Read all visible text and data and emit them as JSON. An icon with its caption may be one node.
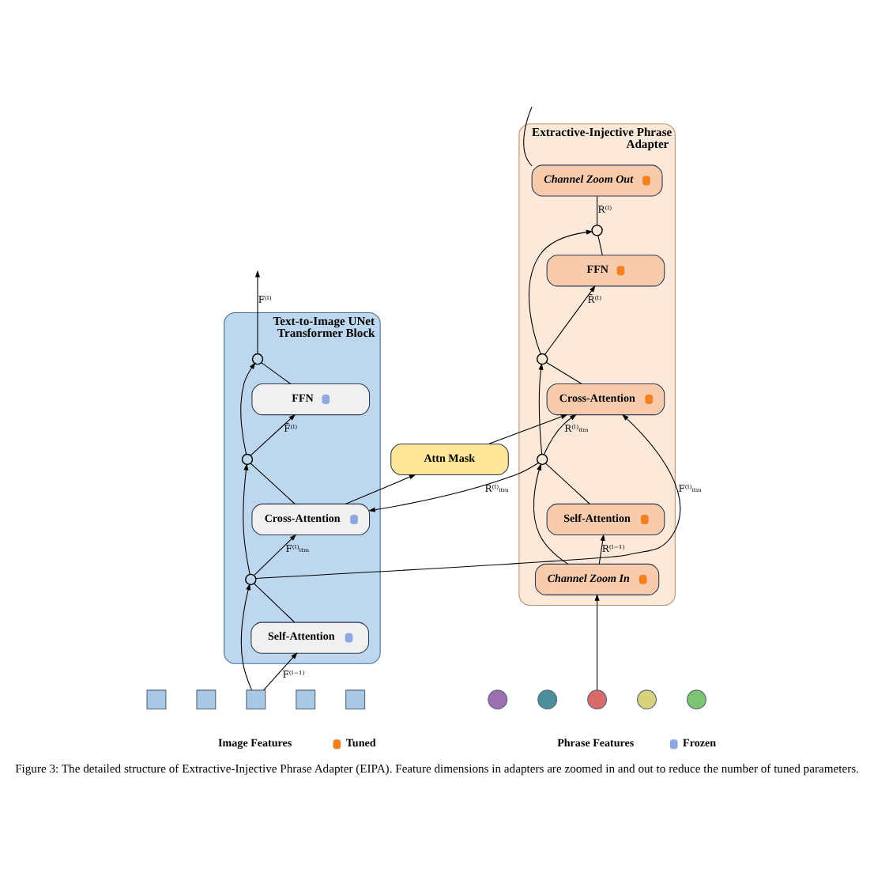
{
  "diagram": {
    "caption": "Figure 3: The detailed structure of Extractive-Injective Phrase Adapter (EIPA). Feature dimensions in adapters are zoomed in and out to reduce the number of tuned parameters.",
    "nodes": [
      {
        "text": [
          "Text-to-Image UNet Transformer Block"
        ]
      },
      {
        "text": [],
        "shape": "circle",
        "in": 0
      },
      {
        "text": [
          "FFN"
        ],
        "in": 0
      },
      {
        "text": [],
        "shape": "circle",
        "in": 0
      },
      {
        "text": [
          "Cross-Attention"
        ],
        "in": 0
      },
      {
        "text": [],
        "shape": "circle",
        "in": 0
      },
      {
        "text": [
          "Self-Attention"
        ],
        "in": 0
      },
      {
        "text": [
          "Attn Mask"
        ]
      },
      {
        "text": [
          "Extractive-Injective Phrase Adapter"
        ]
      },
      {
        "text": [
          "Channel Zoom Out"
        ],
        "in": 8
      },
      {
        "text": [],
        "shape": "circle",
        "in": 8
      },
      {
        "text": [
          "FFN"
        ],
        "in": 8
      },
      {
        "text": [],
        "shape": "circle",
        "in": 8
      },
      {
        "text": [
          "Cross-Attention"
        ],
        "in": 8
      },
      {
        "text": [],
        "shape": "circle",
        "in": 8
      },
      {
        "text": [
          "Self-Attention"
        ],
        "in": 8
      },
      {
        "text": [
          "Channel Zoom In"
        ],
        "in": 8
      },
      {
        "text": [],
        "shape": "box"
      },
      {
        "text": [],
        "shape": "box"
      },
      {
        "text": [],
        "shape": "box"
      },
      {
        "text": [],
        "shape": "box"
      },
      {
        "text": [],
        "shape": "box"
      },
      {
        "text": [],
        "shape": "circle"
      },
      {
        "text": [],
        "shape": "circle"
      },
      {
        "text": [],
        "shape": "circle"
      },
      {
        "text": [],
        "shape": "circle"
      },
      {
        "text": [],
        "shape": "circle"
      }
    ],
    "edges": [
      {
        "from": 19,
        "to": 6,
        "arrow": "to",
        "label": "F⁽ˡ⁻¹⁾"
      },
      {
        "from": 19,
        "to": 5,
        "arrow": "to"
      },
      {
        "from": 6,
        "to": 5,
        "arrow": "none"
      },
      {
        "from": 5,
        "to": 4,
        "arrow": "to",
        "label": "F⁽ˡ⁾ᵢₜₘ"
      },
      {
        "from": 5,
        "to": 3,
        "arrow": "to"
      },
      {
        "from": 5,
        "to": 13,
        "arrow": "to",
        "label": "F⁽ˡ⁾ᵢₜₘ"
      },
      {
        "from": 4,
        "to": 3,
        "arrow": "none"
      },
      {
        "from": 3,
        "to": 2,
        "arrow": "to",
        "label": "F̄⁽ˡ⁾"
      },
      {
        "from": 3,
        "to": 1,
        "arrow": "to"
      },
      {
        "from": 2,
        "to": 1,
        "arrow": "none"
      },
      {
        "from": 1,
        "to": null,
        "arrow": "to",
        "label": "F⁽ˡ⁾"
      },
      {
        "from": 4,
        "to": 7,
        "arrow": "to"
      },
      {
        "from": 7,
        "to": 13,
        "arrow": "to"
      },
      {
        "from": 24,
        "to": 16,
        "arrow": "to"
      },
      {
        "from": 16,
        "to": 15,
        "arrow": "to",
        "label": "R⁽ˡ⁻¹⁾"
      },
      {
        "from": 16,
        "to": 14,
        "arrow": "to"
      },
      {
        "from": 15,
        "to": 14,
        "arrow": "none"
      },
      {
        "from": 14,
        "to": 13,
        "arrow": "to",
        "label": "R⁽ˡ⁾ᵢₜₘ"
      },
      {
        "from": 14,
        "to": 4,
        "arrow": "to",
        "label": "R⁽ˡ⁾ᵢₜₘ"
      },
      {
        "from": 14,
        "to": 12,
        "arrow": "to"
      },
      {
        "from": 13,
        "to": 12,
        "arrow": "none"
      },
      {
        "from": 12,
        "to": 11,
        "arrow": "to",
        "label": "R̄⁽ˡ⁾"
      },
      {
        "from": 12,
        "to": 10,
        "arrow": "to"
      },
      {
        "from": 11,
        "to": 10,
        "arrow": "none"
      },
      {
        "from": 10,
        "to": 9,
        "arrow": "none",
        "label": "R⁽ˡ⁾"
      },
      {
        "from": 9,
        "to": null,
        "arrow": "none"
      }
    ],
    "labels": [
      "Image Features",
      "Phrase Features"
    ],
    "legend": [
      {
        "text": "Tuned"
      },
      {
        "text": "Frozen"
      }
    ]
  }
}
